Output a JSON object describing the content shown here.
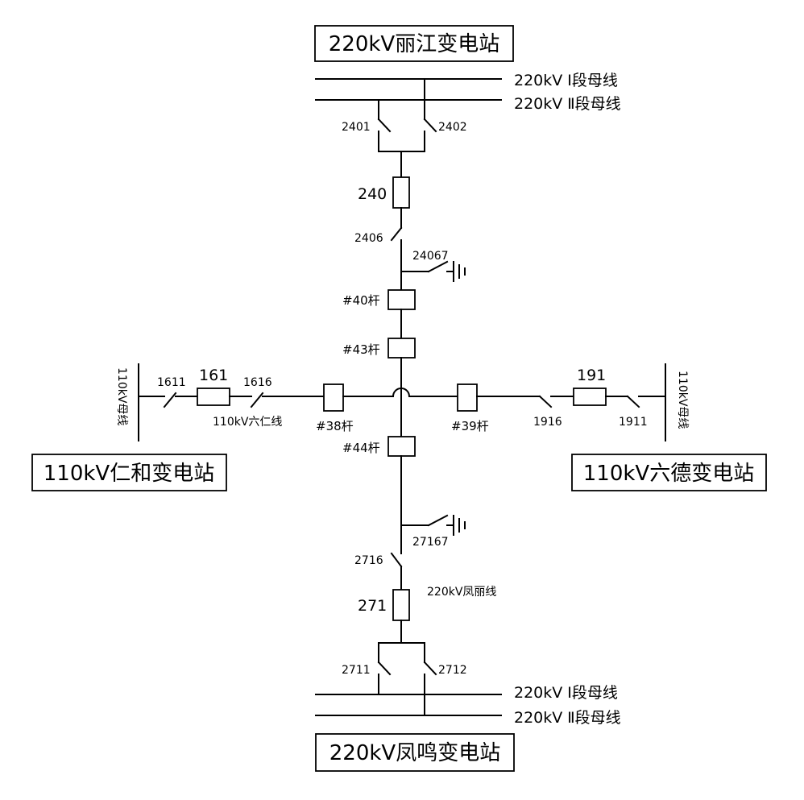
{
  "colors": {
    "line": "#000000",
    "background": "#ffffff"
  },
  "stations": {
    "lijiang": "220kV丽江变电站",
    "fengming": "220kV凤鸣变电站",
    "renhe": "110kV仁和变电站",
    "liude": "110kV六德变电站"
  },
  "buses": {
    "top_i": "220kV Ⅰ段母线",
    "top_ii": "220kV Ⅱ段母线",
    "bottom_i": "220kV Ⅰ段母线",
    "bottom_ii": "220kV Ⅱ段母线",
    "left": "110kV母线",
    "right": "110kV母线"
  },
  "switches": {
    "s2401": "2401",
    "s2402": "2402",
    "s2406": "2406",
    "s24067": "24067",
    "s27167": "27167",
    "s2716": "2716",
    "s2711": "2711",
    "s2712": "2712",
    "s1611": "1611",
    "s1616": "1616",
    "s1916": "1916",
    "s1911": "1911"
  },
  "breakers": {
    "b240": "240",
    "b271": "271",
    "b161": "161",
    "b191": "191"
  },
  "poles": {
    "p40": "#40杆",
    "p43": "#43杆",
    "p44": "#44杆",
    "p38": "#38杆",
    "p39": "#39杆"
  },
  "lines": {
    "liu_ren": "110kV六仁线",
    "feng_li": "220kV凤丽线"
  }
}
